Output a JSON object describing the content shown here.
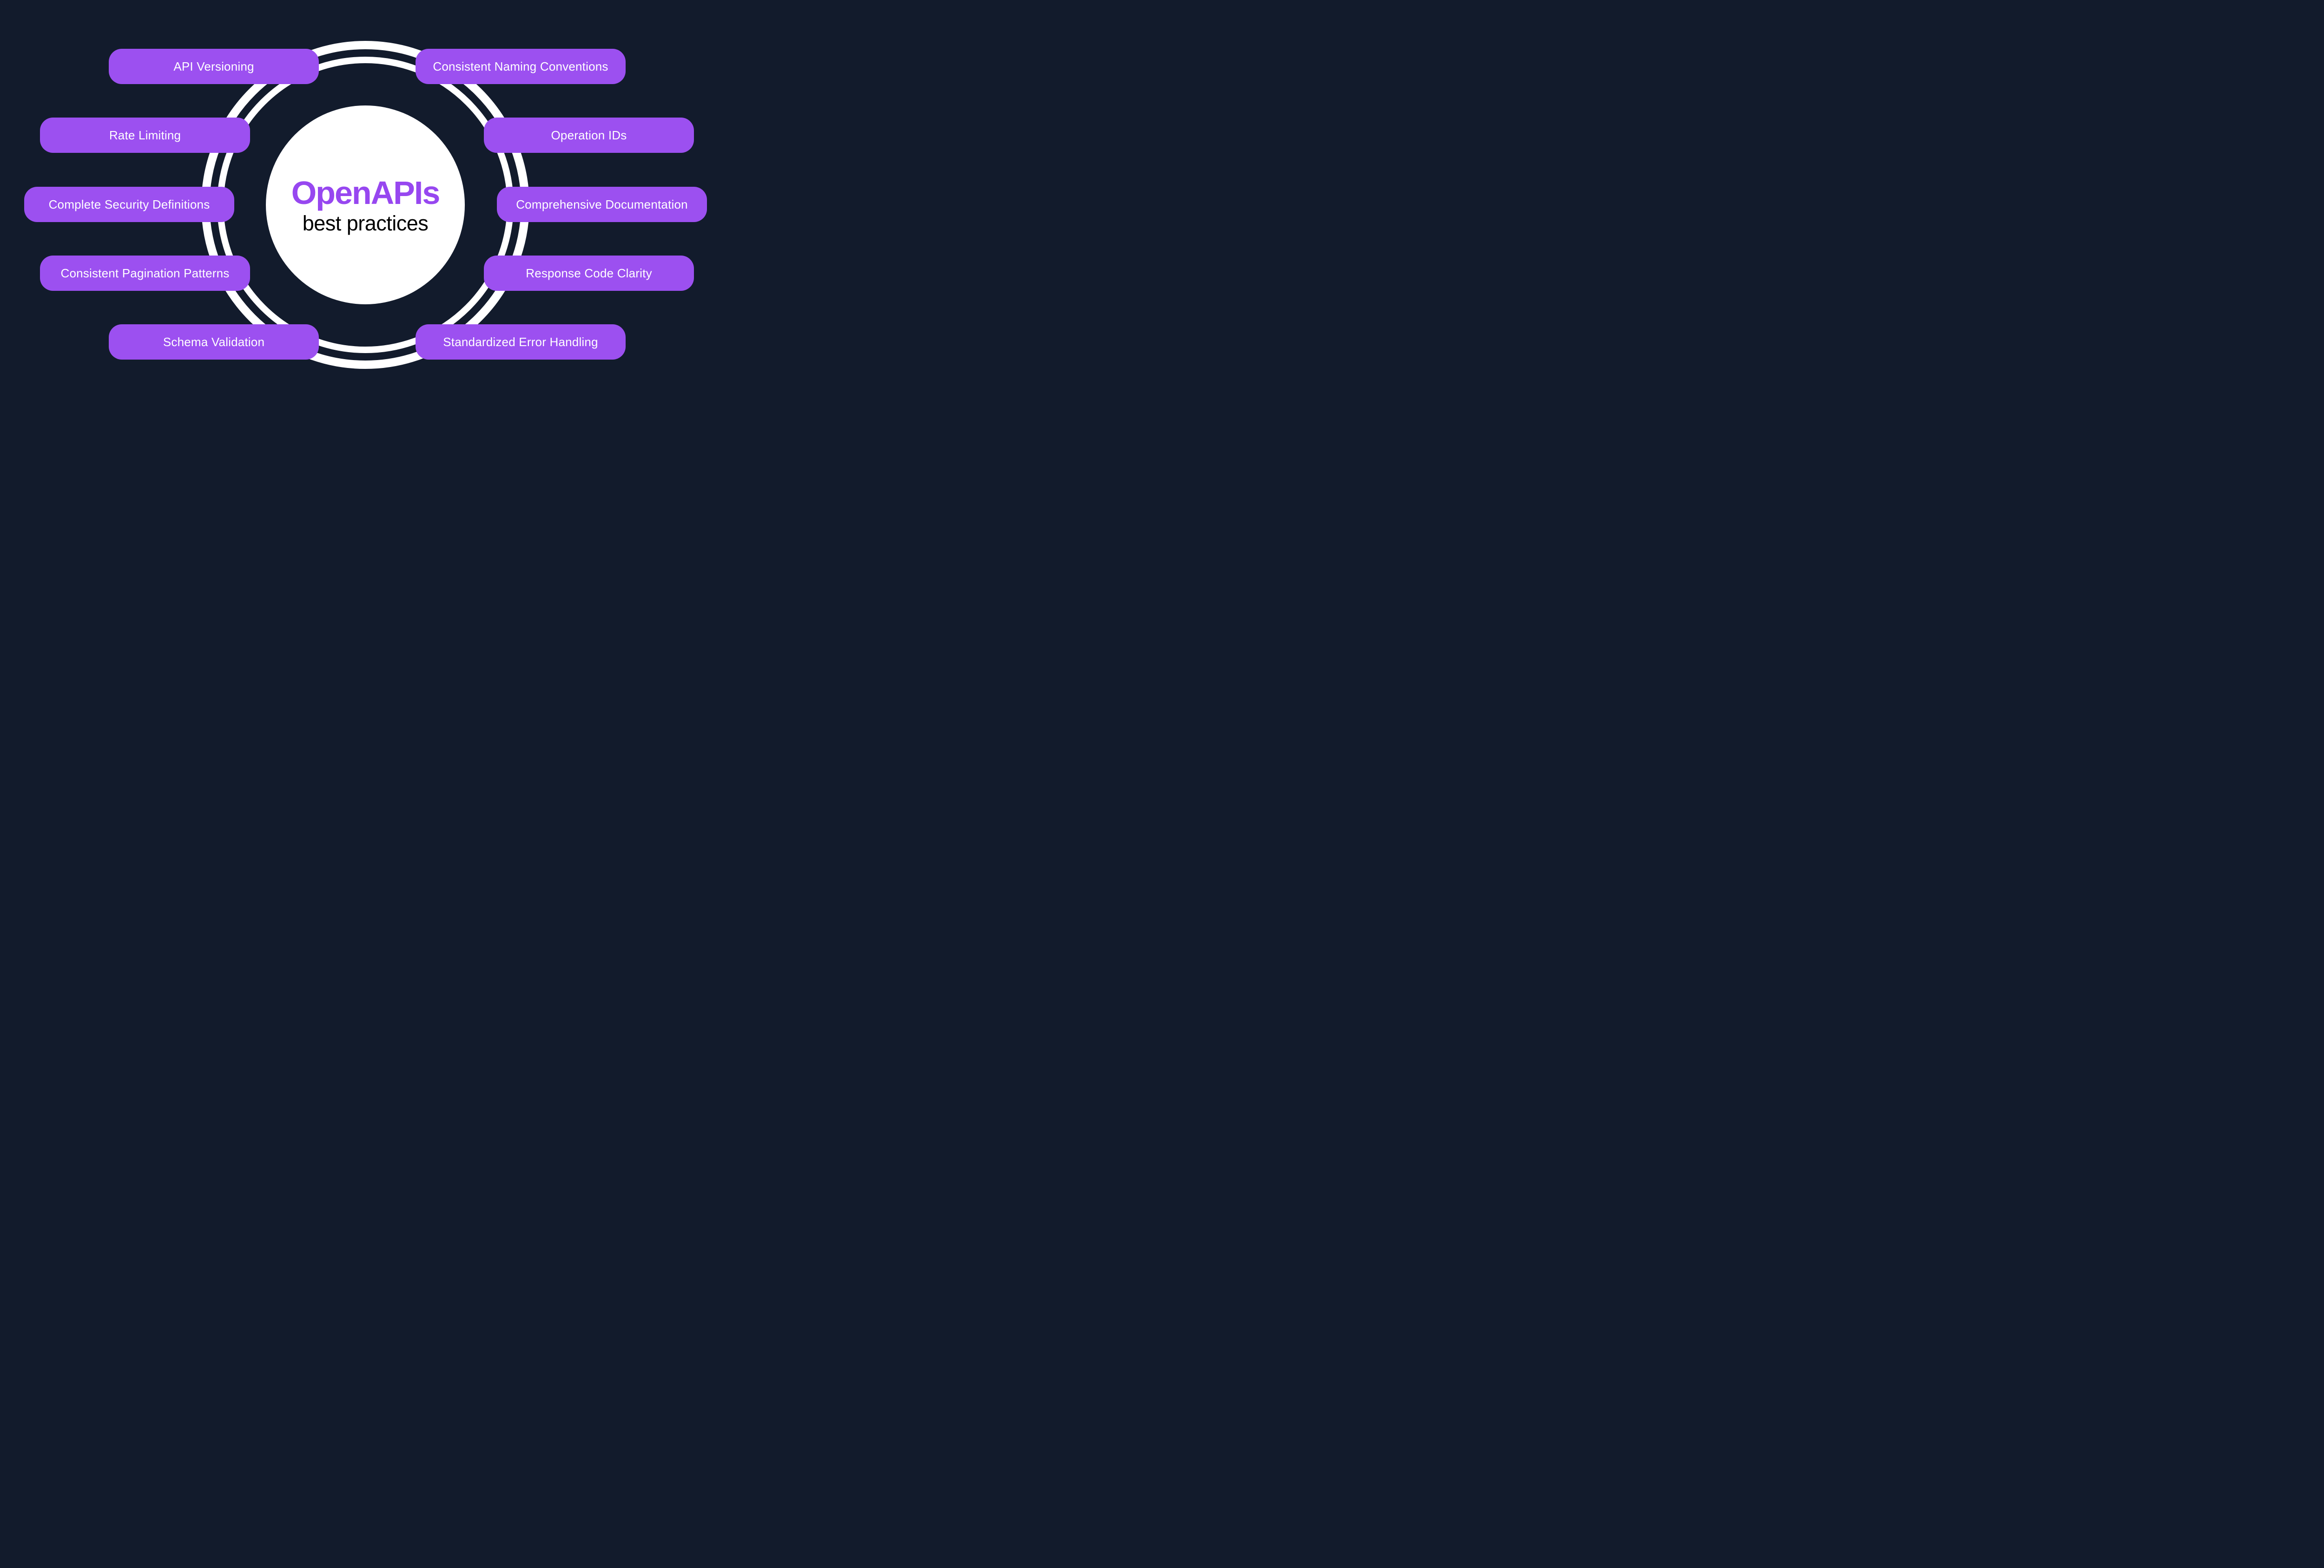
{
  "diagram": {
    "center": {
      "title": "OpenAPIs",
      "subtitle": "best practices"
    }
  },
  "pills": [
    {
      "label": "API Versioning",
      "side": "left",
      "row": 1
    },
    {
      "label": "Consistent Naming Conventions",
      "side": "right",
      "row": 1
    },
    {
      "label": "Rate Limiting",
      "side": "left",
      "row": 2
    },
    {
      "label": "Operation IDs",
      "side": "right",
      "row": 2
    },
    {
      "label": "Complete Security Definitions",
      "side": "left",
      "row": 3
    },
    {
      "label": "Comprehensive Documentation",
      "side": "right",
      "row": 3
    },
    {
      "label": "Consistent Pagination Patterns",
      "side": "left",
      "row": 4
    },
    {
      "label": "Response Code Clarity",
      "side": "right",
      "row": 4
    },
    {
      "label": "Schema Validation",
      "side": "left",
      "row": 5
    },
    {
      "label": "Standardized Error Handling",
      "side": "right",
      "row": 5
    }
  ],
  "colors": {
    "background": "#121b2c",
    "pill": "#9c50f0",
    "title_accent": "#9747f0",
    "ring": "#ffffff",
    "center_circle": "#ffffff",
    "pill_text": "#ffffff",
    "subtitle_text": "#000000"
  }
}
